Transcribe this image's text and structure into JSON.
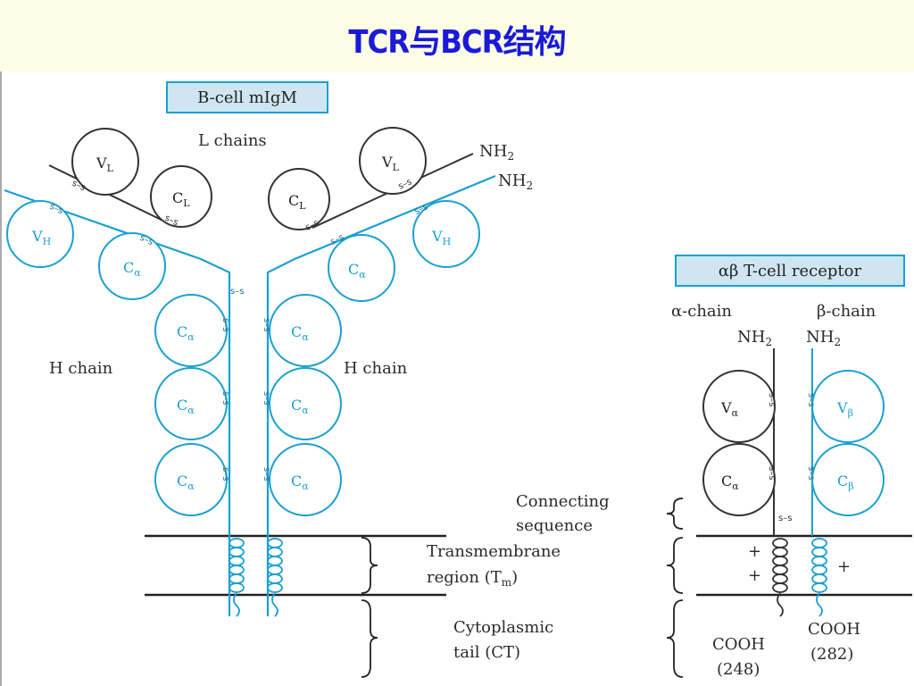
{
  "title": "TCR与BCR结构",
  "bcr": {
    "box_label": "B-cell mIgM",
    "l_chains": "L chains",
    "h_chain_left": "H chain",
    "h_chain_right": "H chain",
    "nh2_top": "NH",
    "nh2_top_sub": "2",
    "nh2_second": "NH",
    "nh2_second_sub": "2",
    "vl": "V",
    "vl_sub": "L",
    "cl": "C",
    "cl_sub": "L",
    "vh": "V",
    "vh_sub": "H",
    "cmu": "C",
    "cmu_sub": "α",
    "ss": "s–s"
  },
  "tcr": {
    "box_label": "αβ T-cell receptor",
    "alpha_chain": "α-chain",
    "beta_chain": "β-chain",
    "nh2_alpha": "NH",
    "nh2_alpha_sub": "2",
    "nh2_beta": "NH",
    "nh2_beta_sub": "2",
    "va": "V",
    "va_sub": "α",
    "ca": "C",
    "ca_sub": "α",
    "vb": "V",
    "vb_sub": "β",
    "cb": "C",
    "cb_sub": "β",
    "cooh_alpha": "COOH",
    "cooh_alpha_len": "(248)",
    "cooh_beta": "COOH",
    "cooh_beta_len": "(282)",
    "plus": "+"
  },
  "regions": {
    "connecting_1": "Connecting",
    "connecting_2": "sequence",
    "tm_1": "Transmembrane",
    "tm_2": "region (T",
    "tm_sub": "m",
    "tm_close": ")",
    "ct_1": "Cytoplasmic",
    "ct_2": "tail (CT)"
  },
  "colors": {
    "bcr_heavy": "#1aa0d0",
    "dark_line": "#333333",
    "title": "#1a1ad8"
  }
}
